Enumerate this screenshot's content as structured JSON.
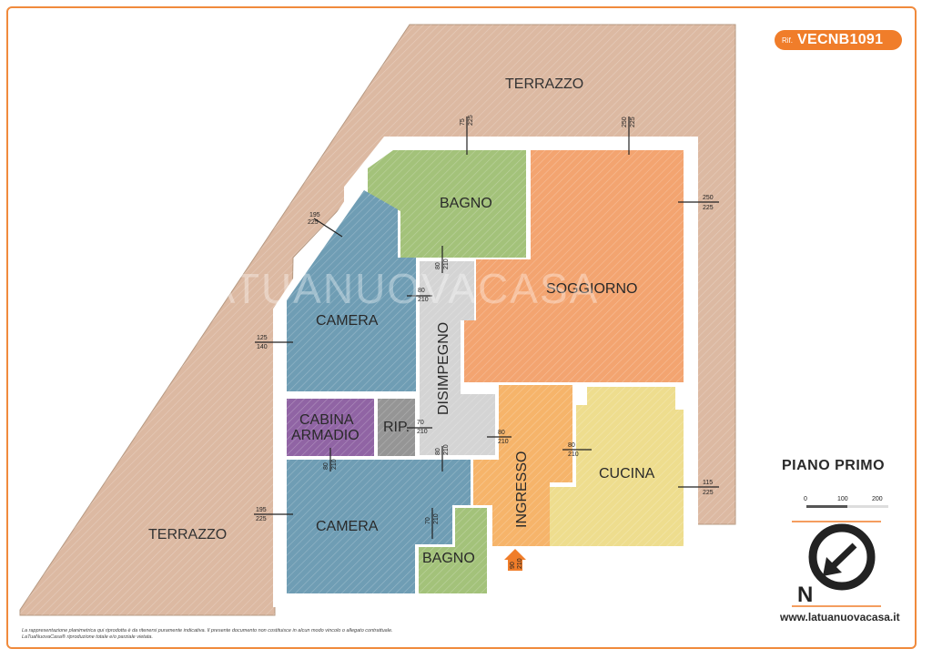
{
  "reference": {
    "label": "Rif.",
    "code": "VECNB1091"
  },
  "watermark": "LATUANUOVACASA",
  "floor_label": "PIANO PRIMO",
  "scale": {
    "ticks": [
      "0",
      "100",
      "200"
    ]
  },
  "compass_letter": "N",
  "website": "www.latuanuovacasa.it",
  "disclaimer": [
    "La rappresentazione planimetrica qui riprodotta è da ritenersi puramente indicativa. Il presente documento non costituisce in alcun modo vincolo o allegato contrattuale.",
    "LaTuaNuovaCasa® riproduzione totale e/o parziale vietata."
  ],
  "colors": {
    "accent": "#f07d2a",
    "terrace": "#dcb9a2",
    "camera": "#6f9db4",
    "bagno": "#a3c27a",
    "soggiorno": "#f3a470",
    "cucina": "#eedd8e",
    "ingresso": "#f6b46a",
    "disimpegno": "#d4d4d4",
    "cabina": "#9064a4",
    "rip": "#959595"
  },
  "rooms": {
    "terrazzo_top": "TERRAZZO",
    "terrazzo_bottom": "TERRAZZO",
    "bagno_top": "BAGNO",
    "soggiorno": "SOGGIORNO",
    "camera_top": "CAMERA",
    "disimpegno": "DISIMPEGNO",
    "cabina_line1": "CABINA",
    "cabina_line2": "ARMADIO",
    "rip": "RIP.",
    "ingresso": "INGRESSO",
    "cucina": "CUCINA",
    "camera_bottom": "CAMERA",
    "bagno_bottom": "BAGNO"
  },
  "openings": {
    "bagno_window": [
      "75",
      "225"
    ],
    "soggiorno_window_top": [
      "250",
      "225"
    ],
    "soggiorno_window_right": [
      "250",
      "225"
    ],
    "camera_window_diag": [
      "195",
      "225"
    ],
    "camera_window_left": [
      "125",
      "140"
    ],
    "bagno_door": [
      "80",
      "210"
    ],
    "camera_door": [
      "80",
      "210"
    ],
    "rip_door": [
      "70",
      "210"
    ],
    "ingresso_door": [
      "80",
      "210"
    ],
    "cucina_door": [
      "80",
      "210"
    ],
    "cucina_window": [
      "115",
      "225"
    ],
    "cabina_door": [
      "80",
      "210"
    ],
    "camera2_door": [
      "80",
      "210"
    ],
    "camera2_window": [
      "195",
      "225"
    ],
    "bagno2_door": [
      "70",
      "210"
    ],
    "entrance_door": [
      "90",
      "210"
    ]
  }
}
